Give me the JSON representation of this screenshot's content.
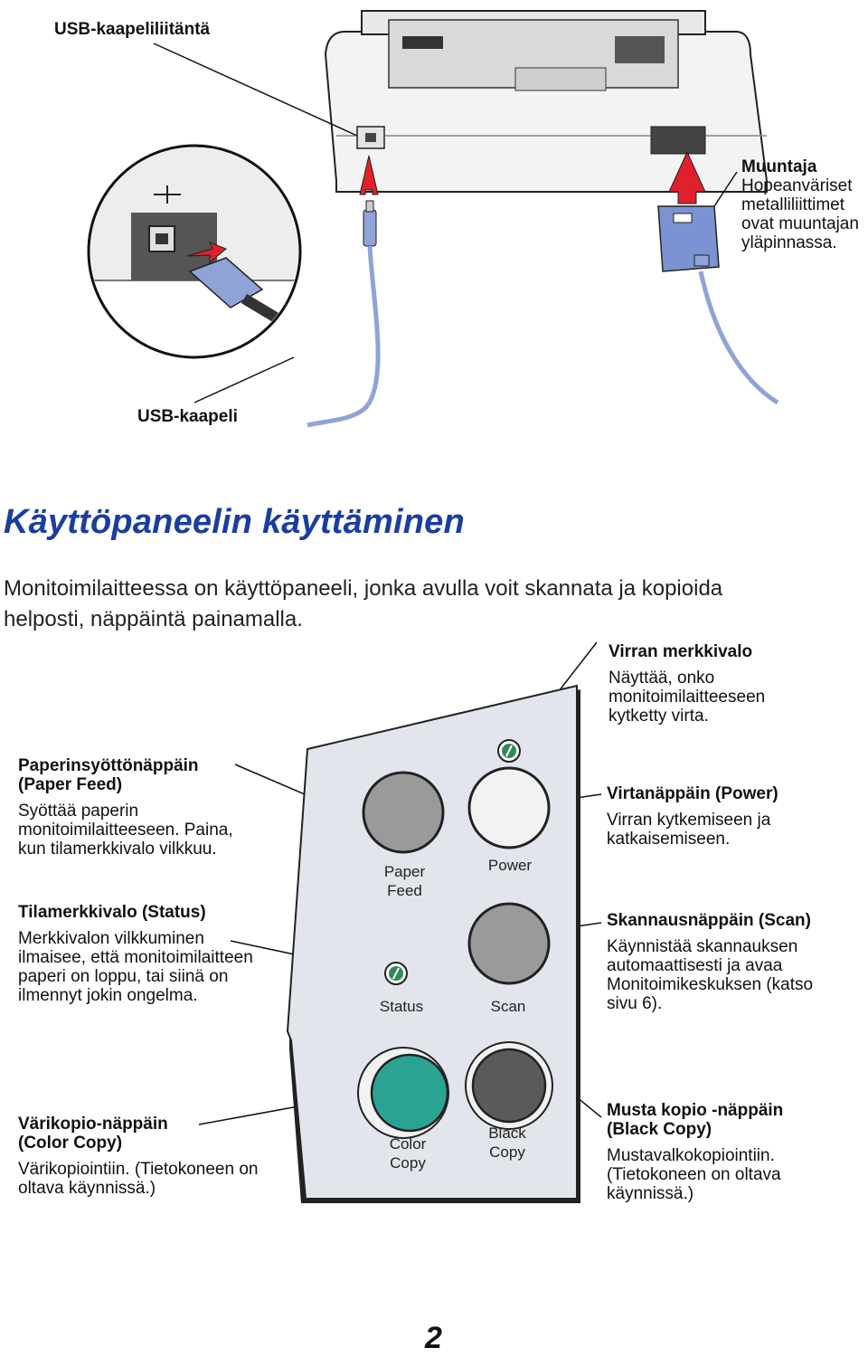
{
  "callouts": {
    "usb_port": {
      "title": "USB-kaapeliliitäntä"
    },
    "usb_cable": {
      "title": "USB-kaapeli"
    },
    "adapter": {
      "title": "Muuntaja",
      "description": "Hopeanväriset\nmetalliliittimet\novat muuntajan\nyläpinnassa."
    },
    "power_light": {
      "title": "Virran merkkivalo",
      "description": "Näyttää, onko\nmonitoimilaitteeseen\nkytketty virta."
    },
    "paper_feed": {
      "title": "Paperinsyöttönäppäin\n(Paper Feed)",
      "description": "Syöttää paperin\nmonitoimilaitteeseen. Paina,\nkun tilamerkkivalo vilkkuu."
    },
    "power_button": {
      "title": "Virtanäppäin (Power)",
      "description": "Virran kytkemiseen ja\nkatkaisemiseen."
    },
    "status_light": {
      "title": "Tilamerkkivalo (Status)",
      "description": "Merkkivalon vilkkuminen\nilmaisee, että monitoimilaitteen\npaperi on loppu, tai siinä on\nilmennyt jokin ongelma."
    },
    "scan_button": {
      "title": "Skannausnäppäin (Scan)",
      "description": "Käynnistää skannauksen\nautomaattisesti ja avaa\nMonitoimikeskuksen (katso\nsivu 6)."
    },
    "color_copy": {
      "title": "Värikopio-näppäin\n(Color Copy)",
      "description": "Värikopiointiin. (Tietokoneen on\noltava käynnissä.)"
    },
    "black_copy": {
      "title": "Musta kopio -näppäin\n(Black Copy)",
      "description": "Mustavalkokopiointiin.\n(Tietokoneen on oltava\nkäynnissä.)"
    }
  },
  "section": {
    "heading": "Käyttöpaneelin käyttäminen",
    "intro": "Monitoimilaitteessa on käyttöpaneeli, jonka avulla voit skannata ja kopioida\nhelposti, näppäintä painamalla."
  },
  "panel": {
    "paper_feed": "Paper\nFeed",
    "power": "Power",
    "status": "Status",
    "scan": "Scan",
    "color_copy": "Color\nCopy",
    "black_copy": "Black\nCopy"
  },
  "colors": {
    "heading": "#1a3ea0",
    "button_grey": "#9a9a9a",
    "button_white": "#f2f2f2",
    "button_teal": "#2aa393",
    "button_dark": "#5a5a5a",
    "indicator_green": "#2e8b57",
    "arrow_red": "#e0202a",
    "cable_blue": "#8fa3d6"
  },
  "page_number": "2"
}
